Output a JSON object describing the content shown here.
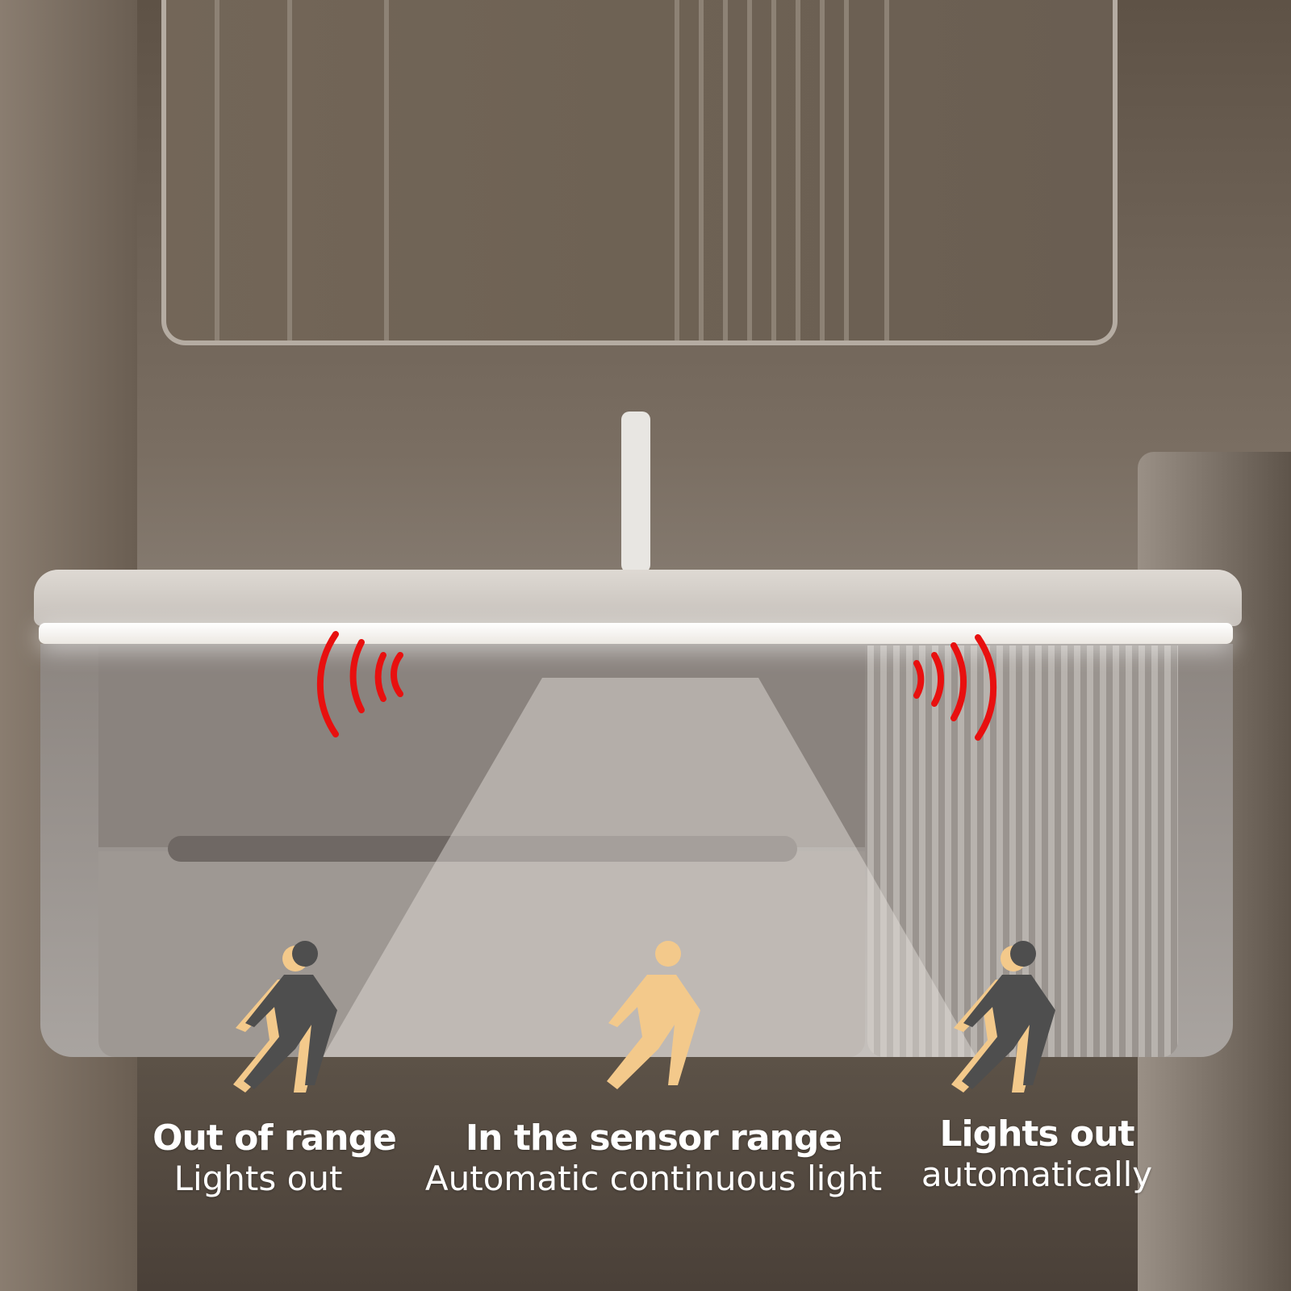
{
  "captions": [
    {
      "title": "Out of range",
      "subtitle": "Lights out"
    },
    {
      "title": "In the sensor range",
      "subtitle": "Automatic continuous light"
    },
    {
      "title": "Lights out",
      "subtitle": "automatically"
    }
  ],
  "colors": {
    "wave": "#e8100f",
    "figure_active": "#f3c98b",
    "figure_inactive": "#4e4e4e"
  },
  "icons": [
    "sensor-wave-left-icon",
    "sensor-wave-right-icon",
    "person-walking-icon"
  ]
}
